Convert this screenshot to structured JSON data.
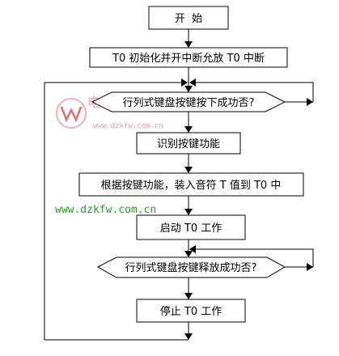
{
  "flowchart": {
    "start": "开  始",
    "init": "T0 初始化并开中断允放 T0 中断",
    "check_press": "行列式键盘按键按下成功否?",
    "identify": "识别按键功能",
    "load_tone": "根据按键功能，装入音符 T 值到 T0 中",
    "start_t0": "启动 T0 工作",
    "check_release": "行列式键盘按键释放成功否?",
    "stop_t0": "停止 T0 工作"
  },
  "watermark": {
    "url_green": "www.dzkfw.com.cn",
    "url_light": "www.dzkfw.com.cn",
    "logo_text": "电子开发网"
  },
  "colors": {
    "line": "#000000",
    "watermark_green": "#2f9a2f",
    "watermark_red": "#e06060"
  }
}
